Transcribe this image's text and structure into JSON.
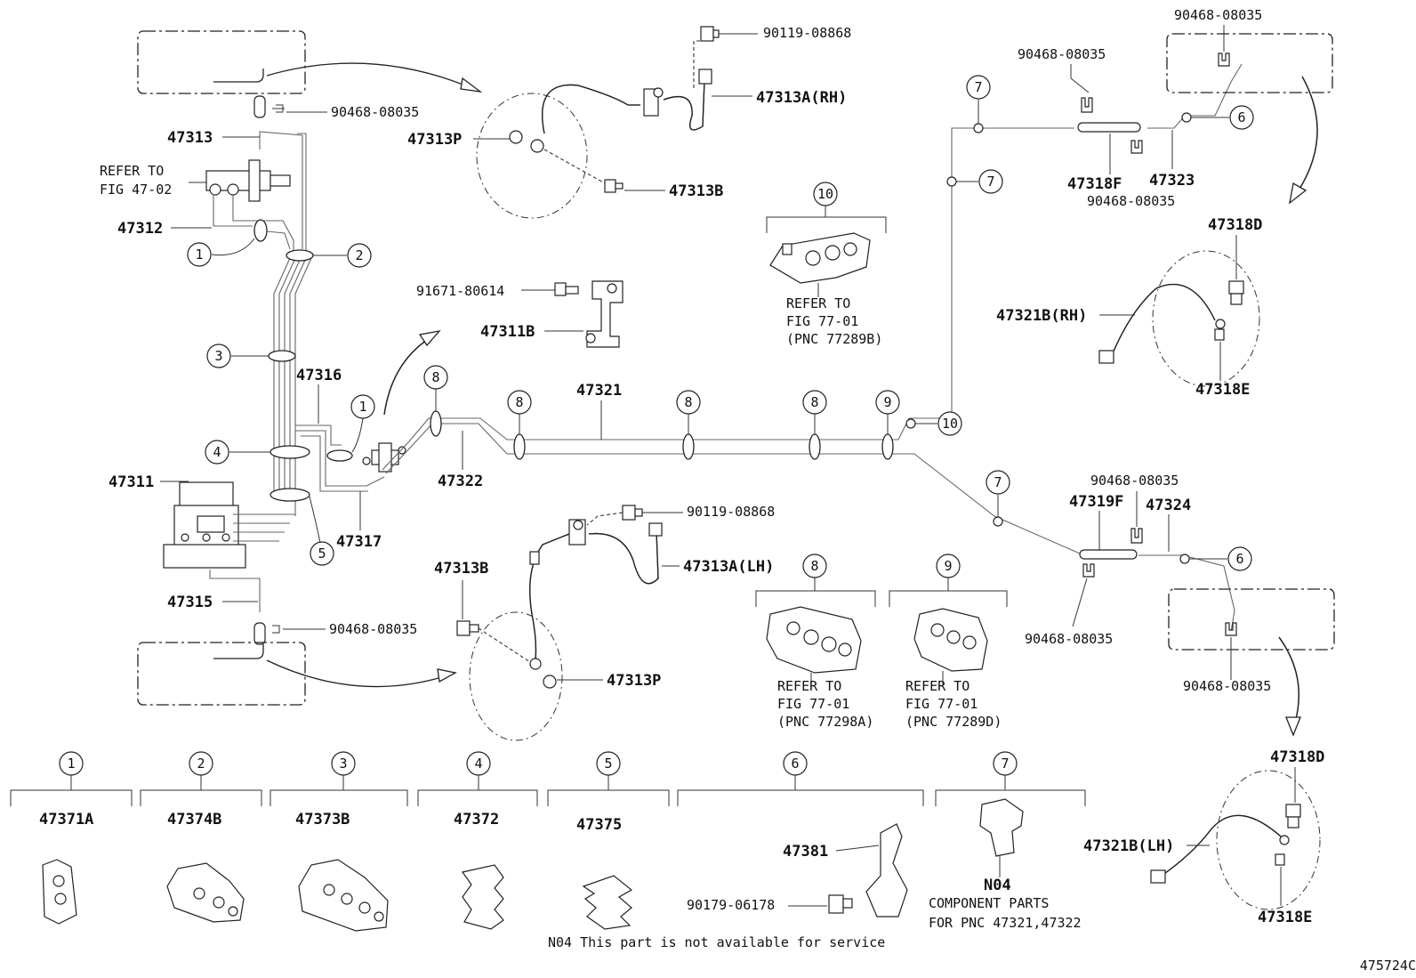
{
  "parts": {
    "p47313": "47313",
    "p90468_tl": "90468-08035",
    "refer_fig_47_02_a": "REFER TO",
    "refer_fig_47_02_b": "FIG 47-02",
    "p47312": "47312",
    "p90119_top": "90119-08868",
    "p47313A_RH": "47313A(RH)",
    "p47313P_top": "47313P",
    "p47313B_top": "47313B",
    "p91671": "91671-80614",
    "p47311B": "47311B",
    "p47316": "47316",
    "p47311": "47311",
    "p47317": "47317",
    "p47322": "47322",
    "p47321": "47321",
    "p47315": "47315",
    "p90468_bl": "90468-08035",
    "p90119_mid": "90119-08868",
    "p47313A_LH": "47313A(LH)",
    "p47313B_mid": "47313B",
    "p47313P_mid": "47313P",
    "p90468_tr_top": "90468-08035",
    "p90468_tr_a": "90468-08035",
    "p47318F": "47318F",
    "p47323": "47323",
    "p90468_tr_b": "90468-08035",
    "p47318D_top": "47318D",
    "p47321B_RH": "47321B(RH)",
    "p47318E_top": "47318E",
    "p90468_mr_a": "90468-08035",
    "p47319F": "47319F",
    "p47324": "47324",
    "p90468_mr_b": "90468-08035",
    "p90468_mr_c": "90468-08035",
    "p47318D_bot": "47318D",
    "p47321B_LH": "47321B(LH)",
    "p47318E_bot": "47318E"
  },
  "callouts": {
    "c1": "1",
    "c2": "2",
    "c3": "3",
    "c4": "4",
    "c5": "5",
    "c6": "6",
    "c7": "7",
    "c8": "8",
    "c9": "9",
    "c10": "10"
  },
  "refs": {
    "r10_a": "REFER TO",
    "r10_b": "FIG 77-01",
    "r10_c": "(PNC 77289B)",
    "r8_a": "REFER TO",
    "r8_b": "FIG 77-01",
    "r8_c": "(PNC 77298A)",
    "r9_a": "REFER TO",
    "r9_b": "FIG 77-01",
    "r9_c": "(PNC 77289D)"
  },
  "legend": {
    "l1": "47371A",
    "l2": "47374B",
    "l3": "47373B",
    "l4": "47372",
    "l5": "47375",
    "l6a": "47381",
    "l6b": "90179-06178",
    "l7": "N04",
    "l7_note1": "COMPONENT PARTS",
    "l7_note2": "FOR PNC 47321,47322"
  },
  "footnote": "N04 This part is not available for service",
  "figure_id": "475724C"
}
